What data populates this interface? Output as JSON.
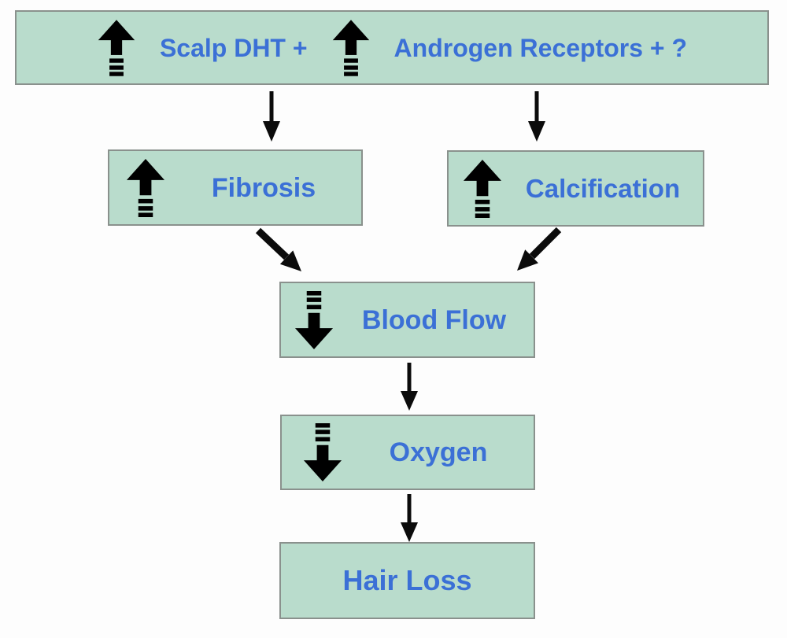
{
  "diagram": {
    "type": "flowchart",
    "nodes": {
      "scalp_dht": {
        "label": "Scalp DHT +",
        "trend": "increase"
      },
      "androgen_receptors": {
        "label": "Androgen Receptors + ?",
        "trend": "increase"
      },
      "fibrosis": {
        "label": "Fibrosis",
        "trend": "increase"
      },
      "calcification": {
        "label": "Calcification",
        "trend": "increase"
      },
      "blood_flow": {
        "label": "Blood Flow",
        "trend": "decrease"
      },
      "oxygen": {
        "label": "Oxygen",
        "trend": "decrease"
      },
      "hair_loss": {
        "label": "Hair Loss",
        "trend": "none"
      }
    },
    "edges": [
      {
        "from": "scalp_dht_androgen_receptors",
        "to": "fibrosis"
      },
      {
        "from": "scalp_dht_androgen_receptors",
        "to": "calcification"
      },
      {
        "from": "fibrosis",
        "to": "blood_flow"
      },
      {
        "from": "calcification",
        "to": "blood_flow"
      },
      {
        "from": "blood_flow",
        "to": "oxygen"
      },
      {
        "from": "oxygen",
        "to": "hair_loss"
      }
    ]
  },
  "colors": {
    "background": "#fdfdfd",
    "box_fill": "#b9dccc",
    "box_border": "#8a918d",
    "label": "#3b70d6",
    "arrow": "#0b0b0b"
  }
}
